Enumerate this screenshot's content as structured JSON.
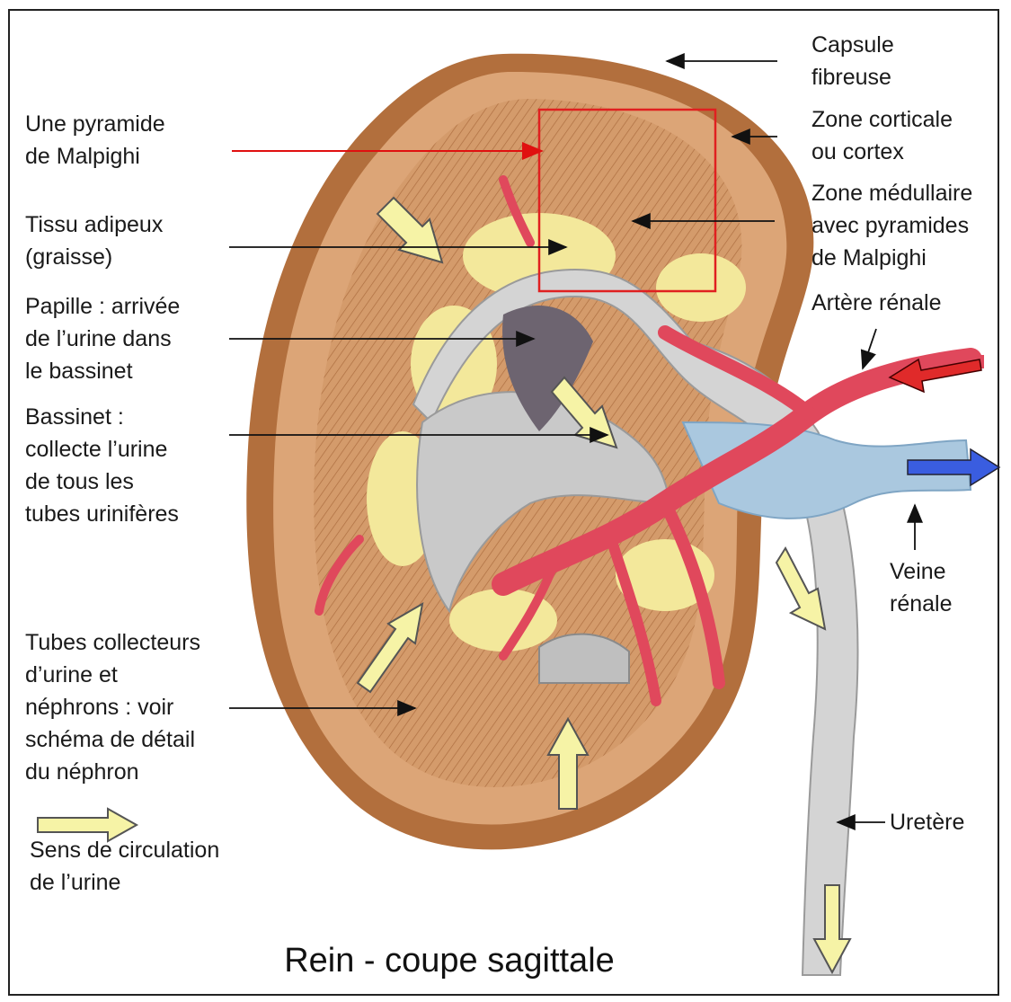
{
  "title": "Rein - coupe sagittale",
  "labels": {
    "capsule": "Capsule\nfibreuse",
    "pyramide": "Une pyramide\nde Malpighi",
    "cortex": "Zone corticale\nou cortex",
    "medullaire": "Zone médullaire\navec pyramides\nde Malpighi",
    "tissu": "Tissu adipeux\n(graisse)",
    "papille": "Papille : arrivée\nde l’urine  dans\nle bassinet",
    "artere": "Artère rénale",
    "bassinet": "Bassinet :\ncollecte l’urine\nde tous les\ntubes urinifères",
    "veine": "Veine\nrénale",
    "tubes": "Tubes collecteurs\nd’urine et\nnéphrons : voir\nschéma de détail\ndu néphron",
    "legende": "Sens de circulation\nde l’urine",
    "uretere": "Uretère"
  },
  "colors": {
    "capsule": "#b5713f",
    "cortex": "#dba476",
    "medulla": "#c98a5a",
    "fat": "#f3e79a",
    "artery": "#e0485c",
    "vein": "#a9c7de",
    "pelvis": "#d8d8d8",
    "urine_arrow": "#f6f3a6",
    "highlight": "#e02020"
  }
}
